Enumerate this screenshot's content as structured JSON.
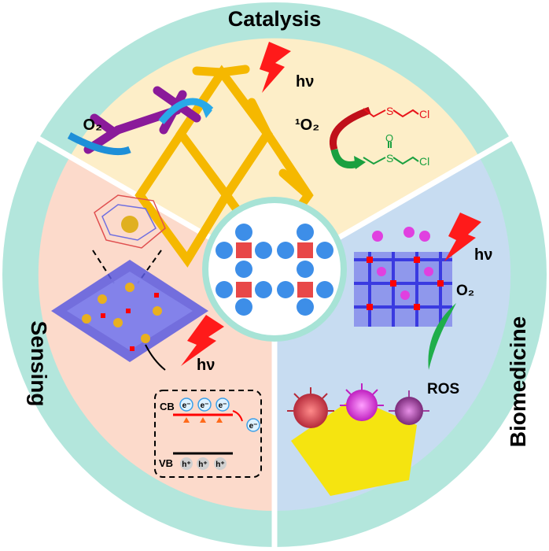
{
  "sections": {
    "catalysis": {
      "title": "Catalysis",
      "reactant": "O₂",
      "product": "¹O₂",
      "light": "hν",
      "sulfide": {
        "s": "S",
        "cl": "Cl"
      },
      "sulfoxide": {
        "s": "S",
        "o": "O",
        "cl": "Cl"
      }
    },
    "sensing": {
      "title": "Sensing",
      "light": "hν",
      "cb": "CB",
      "vb": "VB",
      "electron": "e⁻",
      "hole": "h⁺"
    },
    "biomedicine": {
      "title": "Biomedicine",
      "light": "hν",
      "oxygen": "O₂",
      "ros": "ROS"
    }
  },
  "colors": {
    "ring": "#b3e6dc",
    "catalysis": "#fdeec8",
    "sensing": "#fcdacb",
    "biomedicine": "#c7dcf1",
    "lightning": "#ff1a1a",
    "lattice": "#f5b800",
    "ros_arrow": "#1fae4a"
  }
}
